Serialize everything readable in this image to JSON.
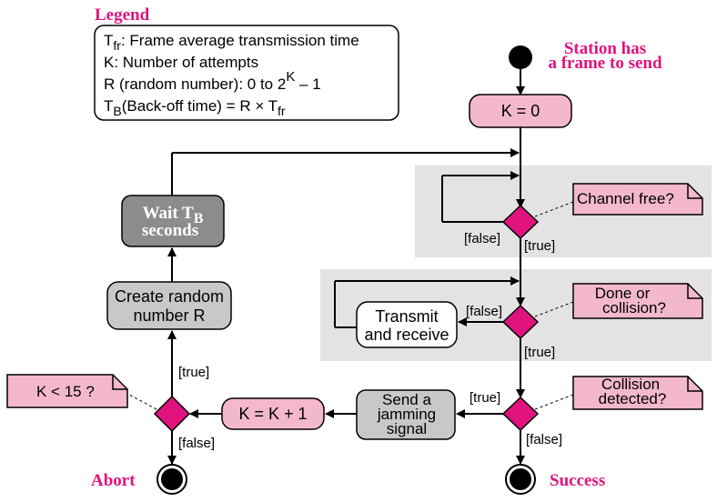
{
  "colors": {
    "pink": "#f4b8cc",
    "magenta": "#e0137e",
    "gray_box": "#c8c8c8",
    "dark_gray_box": "#8c8c8c",
    "region": "#e3e3e3",
    "title_red": "#e0137e"
  },
  "legend": {
    "title": "Legend",
    "line1_main": "T",
    "line1_sub": "fr",
    "line1_rest": ": Frame average transmission time",
    "line2": "K: Number of attempts",
    "line3_main": "R (random number): 0 to 2",
    "line3_sup": "K",
    "line3_rest": " – 1",
    "line4_main": "T",
    "line4_sub": "B",
    "line4_mid": "(Back-off time) = R × T",
    "line4_sub2": "fr"
  },
  "start": {
    "line1": "Station has",
    "line2": "a frame to send"
  },
  "k_zero": "K = 0",
  "notes": {
    "channel_free": "Channel free?",
    "done_line1": "Done or",
    "done_line2": "collision?",
    "collision_line1": "Collision",
    "collision_line2": "detected?",
    "k_limit": "K < 15 ?"
  },
  "labels": {
    "false_1": "[false]",
    "true_1": "[true]",
    "false_2": "[false]",
    "true_2": "[true]",
    "true_3": "[true]",
    "false_3": "[false]",
    "true_4": "[true]",
    "false_4": "[false]"
  },
  "boxes": {
    "transmit_line1": "Transmit",
    "transmit_line2": "and receive",
    "jam_line1": "Send a",
    "jam_line2": "jamming",
    "jam_line3": "signal",
    "k_inc": "K = K + 1",
    "random_line1": "Create random",
    "random_line2": "number R",
    "wait_main": "Wait T",
    "wait_sub": "B",
    "wait_line2": "seconds"
  },
  "ends": {
    "abort": "Abort",
    "success": "Success"
  }
}
